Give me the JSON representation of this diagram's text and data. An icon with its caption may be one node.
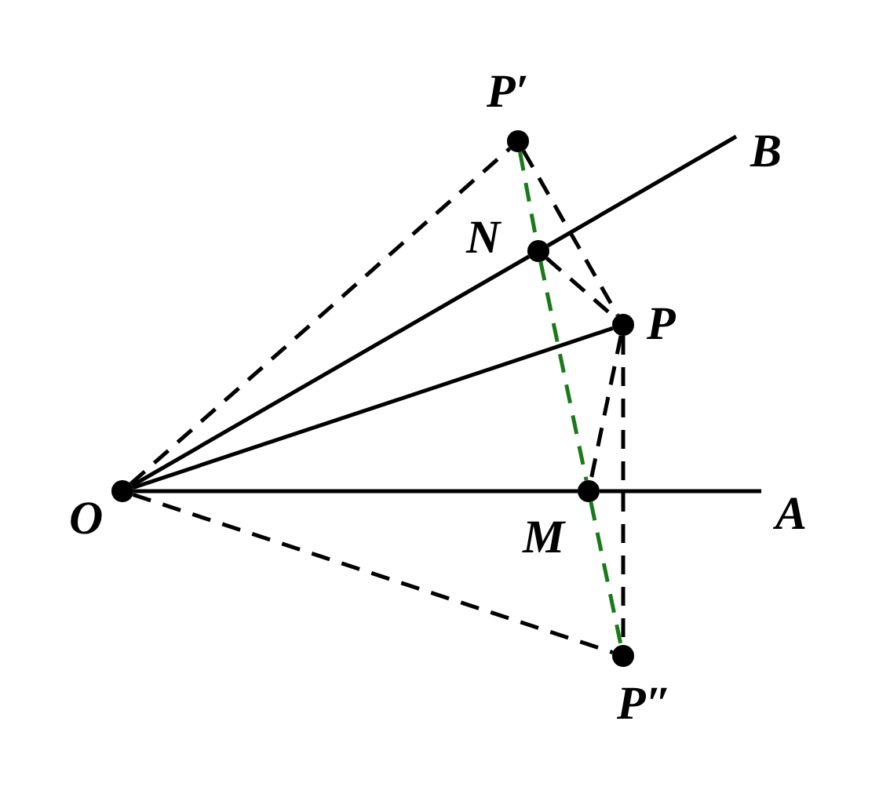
{
  "diagram": {
    "nodes": [
      {
        "text": [
          "P′"
        ]
      },
      {
        "text": [
          "B"
        ]
      },
      {
        "text": [
          "N"
        ]
      },
      {
        "text": [
          "P"
        ]
      },
      {
        "text": [
          "O"
        ]
      },
      {
        "text": [
          "M"
        ]
      },
      {
        "text": [
          "A"
        ]
      },
      {
        "text": [
          "P″"
        ]
      }
    ],
    "edges": [
      {
        "from": 4,
        "to": 5,
        "arrow": "none"
      },
      {
        "from": 5,
        "to": 6,
        "arrow": "none"
      },
      {
        "from": 4,
        "to": 2,
        "arrow": "none"
      },
      {
        "from": 2,
        "to": 1,
        "arrow": "none"
      },
      {
        "from": 4,
        "to": 3,
        "arrow": "none"
      },
      {
        "from": 4,
        "to": 0,
        "arrow": "none",
        "style": "dashed"
      },
      {
        "from": 4,
        "to": 7,
        "arrow": "none",
        "style": "dashed"
      },
      {
        "from": 0,
        "to": 3,
        "arrow": "none",
        "style": "dashed"
      },
      {
        "from": 2,
        "to": 3,
        "arrow": "none",
        "style": "dashed"
      },
      {
        "from": 3,
        "to": 5,
        "arrow": "none",
        "style": "dashed"
      },
      {
        "from": 3,
        "to": 7,
        "arrow": "none",
        "style": "dashed"
      },
      {
        "from": 0,
        "to": 2,
        "arrow": "none",
        "style": "dashed",
        "color": "#1a7a1a"
      },
      {
        "from": 2,
        "to": 5,
        "arrow": "none",
        "style": "dashed",
        "color": "#1a7a1a"
      },
      {
        "from": 5,
        "to": 7,
        "arrow": "none",
        "style": "dashed",
        "color": "#1a7a1a"
      }
    ]
  }
}
